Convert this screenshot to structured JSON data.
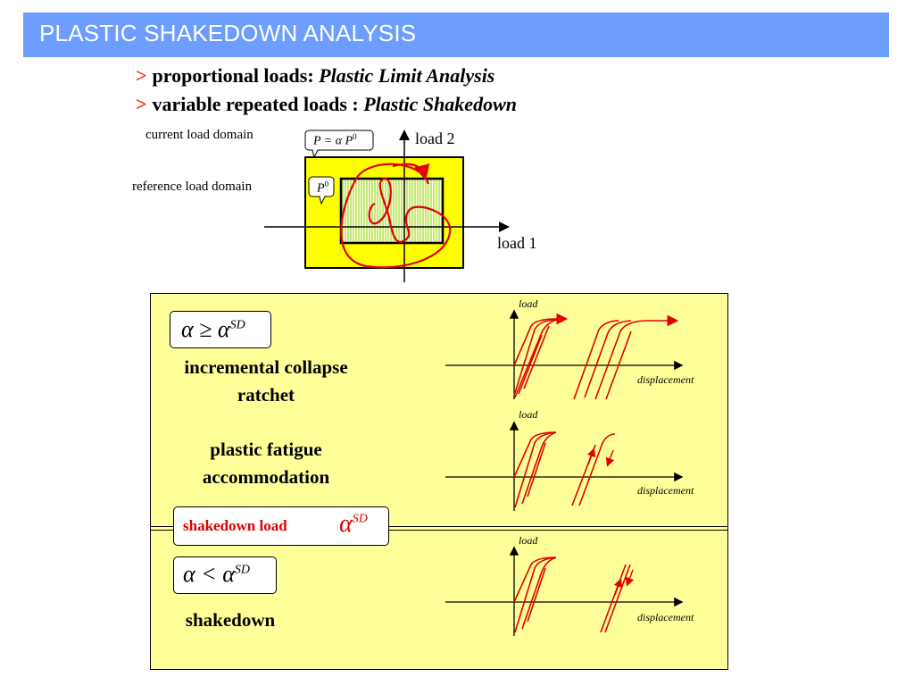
{
  "header": {
    "title": "PLASTIC SHAKEDOWN ANALYSIS"
  },
  "bullets": [
    {
      "marker": ">",
      "text": "proportional loads: ",
      "emphasis": "Plastic Limit Analysis"
    },
    {
      "marker": ">",
      "text": "variable repeated loads : ",
      "emphasis": "Plastic Shakedown"
    }
  ],
  "load_domain": {
    "current_label": "current load domain",
    "reference_label": "reference load domain",
    "current_formula": "P = α P",
    "current_formula_sup": "0",
    "reference_formula": "P",
    "reference_formula_sup": "0",
    "axis_x_label": "load 1",
    "axis_y_label": "load 2",
    "colors": {
      "outer_fill": "#ffff00",
      "inner_hatch": "#88cc44",
      "path": "#e00000"
    }
  },
  "panel": {
    "background": "#ffff99",
    "rows": [
      {
        "condition": "α ≥ α",
        "condition_sup": "SD",
        "text_lines": [
          "incremental collapse",
          "ratchet"
        ],
        "plot": {
          "y_label": "load",
          "x_label": "displacement"
        }
      },
      {
        "text_lines": [
          "plastic fatigue",
          "accommodation"
        ],
        "plot": {
          "y_label": "load",
          "x_label": "displacement"
        }
      },
      {
        "condition": "α < α",
        "condition_sup": "SD",
        "text_lines": [
          "shakedown"
        ],
        "plot": {
          "y_label": "load",
          "x_label": "displacement"
        }
      }
    ],
    "divider_label": "shakedown load",
    "divider_symbol": "α",
    "divider_symbol_sup": "SD"
  }
}
